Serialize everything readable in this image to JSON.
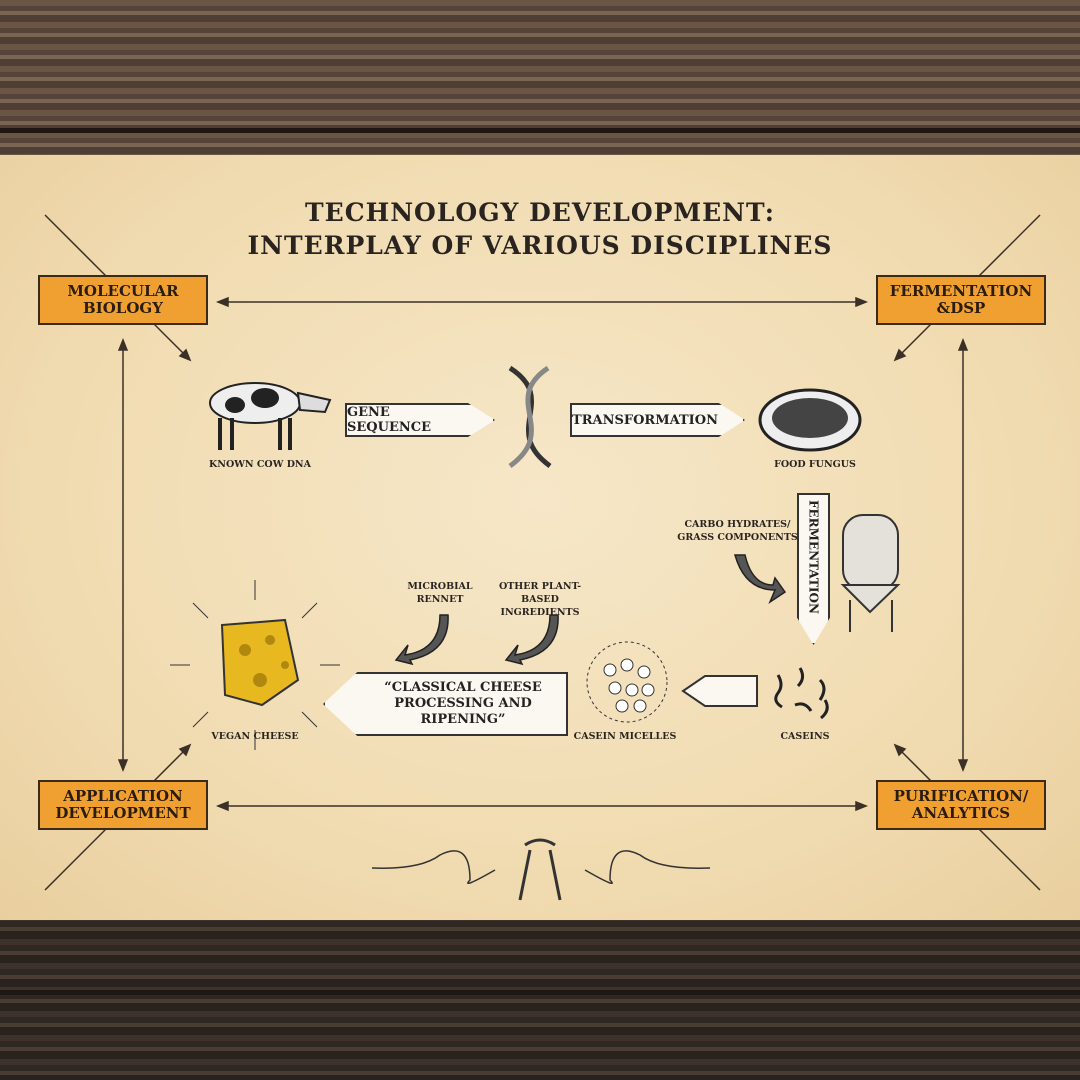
{
  "title": {
    "line1": "TECHNOLOGY DEVELOPMENT:",
    "line2": "INTERPLAY OF VARIOUS DISCIPLINES"
  },
  "corners": {
    "top_left": "MOLECULAR\nBIOLOGY",
    "top_right": "FERMENTATION\n&DSP",
    "bottom_left": "APPLICATION\nDEVELOPMENT",
    "bottom_right": "PURIFICATION/\nANALYTICS"
  },
  "signs": {
    "gene": "GENE SEQUENCE",
    "transformation": "TRANSFORMATION",
    "fermentation": "FERMENTATION",
    "classical": "“CLASSICAL CHEESE\nPROCESSING AND RIPENING”"
  },
  "labels": {
    "cow": "KNOWN COW DNA",
    "fungus": "FOOD FUNGUS",
    "carbo": "CARBO HYDRATES/\nGRASS COMPONENTS",
    "rennet": "MICROBIAL\nRENNET",
    "plant": "OTHER PLANT-BASED\nINGREDIENTS",
    "cheese": "VEGAN CHEESE",
    "micelles": "CASEIN MICELLES",
    "caseins": "CASEINS"
  },
  "colors": {
    "accent": "#f0a030",
    "paper": "#f3e0ba",
    "ink": "#2a2420",
    "cheese": "#e8b820"
  }
}
